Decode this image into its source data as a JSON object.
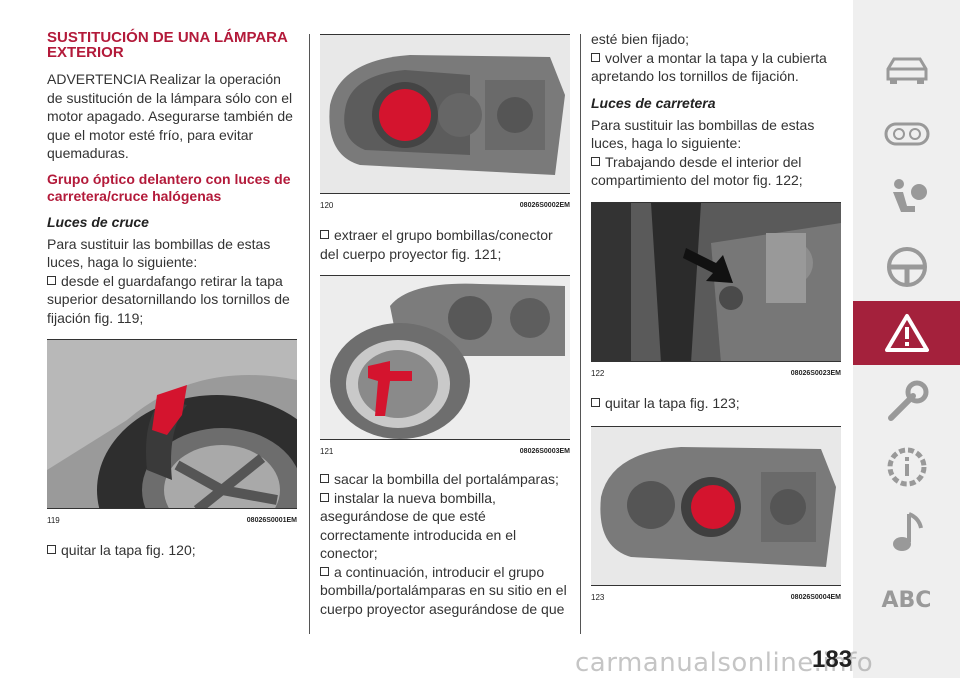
{
  "col1": {
    "heading": "SUSTITUCIÓN DE UNA LÁMPARA EXTERIOR",
    "warning": "ADVERTENCIA Realizar la operación de sustitución de la lámpara sólo con el motor apagado. Asegurarse también de que el motor esté frío, para evitar quemaduras.",
    "subheading": "Grupo óptico delantero con luces de carretera/cruce halógenas",
    "italic_heading": "Luces de cruce",
    "intro": "Para sustituir las bombillas de estas luces, haga lo siguiente:",
    "step1": "desde el guardafango retirar la tapa superior desatornillando los tornillos de fijación fig. 119;",
    "figure": {
      "number": "119",
      "code": "08026S0001EM"
    },
    "step2": "quitar la tapa fig. 120;"
  },
  "col2": {
    "figure_top": {
      "number": "120",
      "code": "08026S0002EM"
    },
    "step3": "extraer el grupo bombillas/conector del cuerpo proyector fig. 121;",
    "figure_mid": {
      "number": "121",
      "code": "08026S0003EM"
    },
    "step4": "sacar la bombilla del portalámparas;",
    "step5": "instalar la nueva bombilla, asegurándose de que esté correctamente introducida en el conector;",
    "step6": "a continuación, introducir el grupo bombilla/portalámparas en su sitio en el cuerpo proyector asegurándose de que"
  },
  "col3": {
    "cont": "esté bien fijado;",
    "step7": "volver a montar la tapa y la cubierta apretando los tornillos de fijación.",
    "italic_heading": "Luces de carretera",
    "intro": "Para sustituir las bombillas de estas luces, haga lo siguiente:",
    "step8": "Trabajando desde el interior del compartimiento del motor fig. 122;",
    "figure_mid": {
      "number": "122",
      "code": "08026S0023EM"
    },
    "step9": "quitar la tapa fig. 123;",
    "figure_bottom": {
      "number": "123",
      "code": "08026S0004EM"
    }
  },
  "sidebar": {
    "icons": [
      "car-icon",
      "dashboard-icon",
      "airbag-icon",
      "steering-wheel-icon",
      "warning-triangle-icon",
      "wrench-icon",
      "gear-info-icon",
      "music-note-icon"
    ],
    "abc_label": "ABC",
    "active_color": "#a4213c"
  },
  "page_number": "183",
  "watermark": "carmanualsonline.info"
}
